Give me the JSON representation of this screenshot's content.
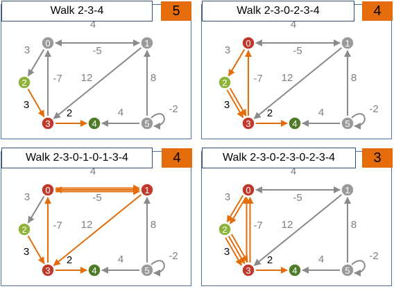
{
  "colors": {
    "grey": "#8a8a8a",
    "orange": "#e46c0a",
    "node_red": "#c0392b",
    "node_green_light": "#8db33b",
    "node_green_dark": "#4f7a28",
    "node_grey": "#9a9a9a"
  },
  "node_labels": [
    "0",
    "1",
    "2",
    "3",
    "4",
    "5"
  ],
  "edges": [
    {
      "from": 1,
      "to": 0,
      "weight": "4"
    },
    {
      "from": 0,
      "to": 2,
      "weight": "3"
    },
    {
      "from": 0,
      "to": 1,
      "weight": "-5"
    },
    {
      "from": 2,
      "to": 3,
      "weight": "3"
    },
    {
      "from": 3,
      "to": 0,
      "weight": "-7"
    },
    {
      "from": 1,
      "to": 3,
      "weight": "12"
    },
    {
      "from": 3,
      "to": 4,
      "weight": "2"
    },
    {
      "from": 5,
      "to": 4,
      "weight": "4"
    },
    {
      "from": 5,
      "to": 1,
      "weight": "8"
    },
    {
      "from": 5,
      "to": 5,
      "weight": "-2"
    }
  ],
  "panels": [
    {
      "title": "Walk 2-3-4",
      "cost": "5",
      "node_colors": [
        "grey",
        "grey",
        "green_light",
        "red",
        "green_dark",
        "grey"
      ],
      "highlighted_edges": [
        [
          2,
          3
        ],
        [
          3,
          4
        ]
      ],
      "double_edges": [],
      "triple_edges": []
    },
    {
      "title": "Walk 2-3-0-2-3-4",
      "cost": "4",
      "node_colors": [
        "red",
        "grey",
        "green_light",
        "red",
        "green_dark",
        "grey"
      ],
      "highlighted_edges": [
        [
          3,
          4
        ],
        [
          3,
          0
        ],
        [
          0,
          2
        ]
      ],
      "double_edges": [
        [
          2,
          3
        ]
      ],
      "triple_edges": []
    },
    {
      "title": "Walk 2-3-0-1-0-1-3-4",
      "cost": "4",
      "node_colors": [
        "red",
        "red",
        "green_light",
        "red",
        "green_dark",
        "grey"
      ],
      "highlighted_edges": [
        [
          2,
          3
        ],
        [
          3,
          0
        ],
        [
          1,
          0
        ],
        [
          1,
          3
        ],
        [
          3,
          4
        ]
      ],
      "double_edges": [
        [
          0,
          1
        ]
      ],
      "triple_edges": []
    },
    {
      "title": "Walk 2-3-0-2-3-0-2-3-4",
      "cost": "3",
      "node_colors": [
        "red",
        "grey",
        "green_light",
        "red",
        "green_dark",
        "grey"
      ],
      "highlighted_edges": [
        [
          3,
          4
        ]
      ],
      "double_edges": [
        [
          3,
          0
        ],
        [
          0,
          2
        ]
      ],
      "triple_edges": [
        [
          2,
          3
        ]
      ]
    }
  ]
}
